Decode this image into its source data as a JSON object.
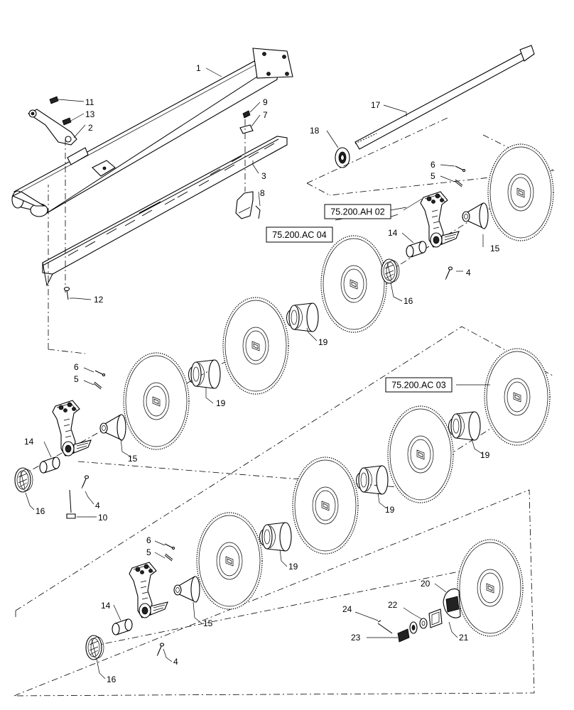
{
  "callouts": {
    "c1": "1",
    "c2": "2",
    "c3": "3",
    "c4a": "4",
    "c4b": "4",
    "c4c": "4",
    "c5a": "5",
    "c5b": "5",
    "c5c": "5",
    "c6a": "6",
    "c6b": "6",
    "c6c": "6",
    "c7": "7",
    "c8": "8",
    "c9": "9",
    "c10": "10",
    "c11": "11",
    "c12": "12",
    "c13": "13",
    "c14a": "14",
    "c14b": "14",
    "c14c": "14",
    "c15a": "15",
    "c15b": "15",
    "c15c": "15",
    "c16a": "16",
    "c16b": "16",
    "c16c": "16",
    "c17": "17",
    "c18": "18",
    "c19a": "19",
    "c19b": "19",
    "c19c": "19",
    "c19d": "19",
    "c19e": "19",
    "c20": "20",
    "c21": "21",
    "c22": "22",
    "c23": "23",
    "c24": "24"
  },
  "references": {
    "ah02": "75.200.AH 02",
    "ac04": "75.200.AC 04",
    "ac03": "75.200.AC 03"
  }
}
